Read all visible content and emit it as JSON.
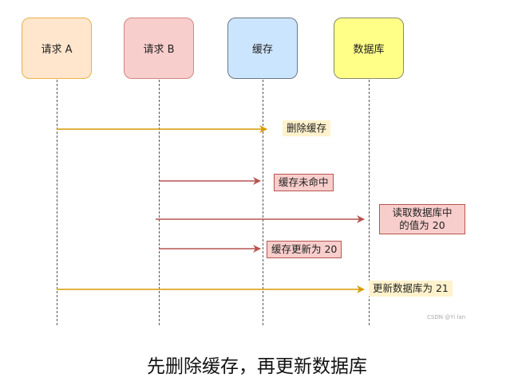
{
  "actors": [
    {
      "label": "请求 A",
      "fill": "#ffe6cc",
      "stroke": "#e8b34a"
    },
    {
      "label": "请求 B",
      "fill": "#f8cecc",
      "stroke": "#d08784"
    },
    {
      "label": "缓存",
      "fill": "#cce5ff",
      "stroke": "#6b7785"
    },
    {
      "label": "数据库",
      "fill": "#ffff88",
      "stroke": "#8a8a6a"
    }
  ],
  "messages": [
    {
      "from": "请求 A",
      "to": "缓存",
      "label": "删除缓存",
      "color": "#d79b00"
    },
    {
      "from": "请求 B",
      "to": "缓存",
      "label": "缓存未命中",
      "color": "#b85450"
    },
    {
      "from": "请求 B",
      "to": "数据库",
      "label_line1": "读取数据库中",
      "label_line2": "的值为 20",
      "color": "#b85450"
    },
    {
      "from": "请求 B",
      "to": "缓存",
      "label": "缓存更新为 20",
      "color": "#b85450"
    },
    {
      "from": "请求 A",
      "to": "数据库",
      "label": "更新数据库为 21",
      "color": "#d79b00"
    }
  ],
  "watermark": "CSDN @Yi lan",
  "caption": "先删除缓存，再更新数据库"
}
